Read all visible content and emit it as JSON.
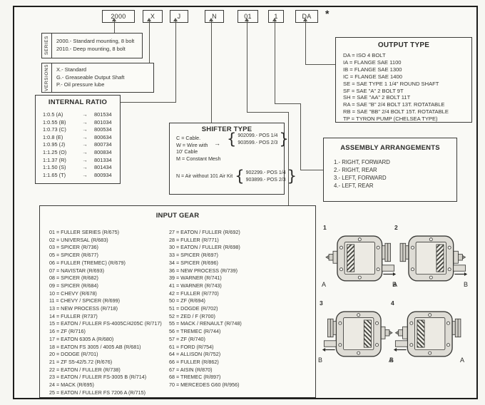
{
  "code": [
    "2000",
    "X",
    "J",
    "N",
    "01",
    "1",
    "DA"
  ],
  "star": "*",
  "series": {
    "title": "SERIES",
    "lines": [
      "2000.- Standard mounting, 8 bolt",
      "2010.- Deep mounting, 8 bolt"
    ]
  },
  "versions": {
    "title": "VERSIONS",
    "lines": [
      "X.- Standard",
      "G.- Greaseable Output Shaft",
      "P.- Oil pressure lube"
    ]
  },
  "internal_ratio": {
    "title": "INTERNAL RATIO",
    "rows": [
      {
        "ratio": "1:0.5 (A)",
        "arrow": "→",
        "code": "801534"
      },
      {
        "ratio": "1:0.55 (B)",
        "arrow": "→",
        "code": "801034"
      },
      {
        "ratio": "1:0.73 (C)",
        "arrow": "→",
        "code": "800534"
      },
      {
        "ratio": "1:0.8  (E)",
        "arrow": "→",
        "code": "800634"
      },
      {
        "ratio": "1:0.95 (J)",
        "arrow": "→",
        "code": "800734"
      },
      {
        "ratio": "1:1.25 (O)",
        "arrow": "→",
        "code": "800834"
      },
      {
        "ratio": "1:1.37 (R)",
        "arrow": "→",
        "code": "801334"
      },
      {
        "ratio": "1:1.50 (S)",
        "arrow": "→",
        "code": "801434"
      },
      {
        "ratio": "1:1.65 (T)",
        "arrow": "→",
        "code": "800934"
      }
    ]
  },
  "shifter_type": {
    "title": "SHIFTER TYPE",
    "left_lines": [
      "C = Cable.",
      "W = Wire with",
      "10' Cable",
      "M = Constant Mesh"
    ],
    "arrow": "→",
    "brace_open": "{",
    "brace_close": "}",
    "brace1_lines": [
      "902099.- POS 1/4",
      "903599.- POS 2/3"
    ],
    "n_label": "N = Air without 101 Air Kit",
    "brace2_lines": [
      "902299.- POS 1/4",
      "903899.- POS 2/3"
    ]
  },
  "output_type": {
    "title": "OUTPUT TYPE",
    "lines": [
      "DA = ISO 4 BOLT",
      "IA = FLANGE SAE 1100",
      "IB = FLANGE SAE 1300",
      "IC = FLANGE SAE 1400",
      "SE = SAE TYPE 1 1/4\" ROUND SHAFT",
      "SF = SAE \"A\" 2 BOLT 9T",
      "SH = SAE \"AA\" 2 BOLT 11T",
      "RA = SAE \"B\" 2/4 BOLT 13T. ROTATABLE",
      "RB = SAE \"BB\" 2/4 BOLT 15T. ROTATABLE",
      "TP = TYRON PUMP (CHELSEA TYPE)"
    ]
  },
  "assembly": {
    "title": "ASSEMBLY ARRANGEMENTS",
    "lines": [
      "1.- RIGHT, FORWARD",
      "2.- RIGHT, REAR",
      "3.- LEFT, FORWARD",
      "4.- LEFT, REAR"
    ]
  },
  "input_gear": {
    "title": "INPUT GEAR",
    "col1": [
      "01 = FULLER SERIES (R/675)",
      "02 = UNIVERSAL (R/683)",
      "03 = SPICER (R/736)",
      "05 = SPICER (R/677)",
      "06 = FULLER (TREMEC) (R/679)",
      "07 = NAVISTAR (R/693)",
      "08 = SPICER (R/682)",
      "09 = SPICER (R/684)",
      "10 = CHEVY (R/678)",
      "11 = CHEVY / SPICER (R/699)",
      "13 = NEW PROCESS (R/718)",
      "14 = FULLER (R737)",
      "15 = EATON / FULLER FS-4005C/4205C (R/717)",
      "16 = ZF (R/716)",
      "17 = EATON 6305 A (R/680)",
      "18 = EATON FS 3005 / 4005 AB (R/681)",
      "20 = DODGE (R/701)",
      "21 = ZF S5-42/5.72 (R/676)",
      "22 = EATON / FULLER (R/738)",
      "23 = EATON / FULLER FS-3005 B (R/714)",
      "24 = MACK (R/695)",
      "25 = EATON / FULLER FS 7206 A (R/715)"
    ],
    "col2": [
      "27 = EATON / FULLER (R/692)",
      "28 = FULLER (R/771)",
      "30 = EATON / FULLER (R/698)",
      "33 = SPICER (R/697)",
      "34 = SPICER (R/696)",
      "36 = NEW PROCESS (R/739)",
      "39 = WARNER (R/741)",
      "41 = WARNER (R/743)",
      "42 = FULLER (R/770)",
      "50 = ZF (R/694)",
      "51 = DOGDE (R/702)",
      "52 = ZED / F (R700)",
      "55 = MACK / RENAULT (R/748)",
      "56 = TREMEC (R/744)",
      "57 = ZF (R/740)",
      "61 = FORD (R/754)",
      "64 = ALLISON (R/752)",
      "66 = FULLER (R/862)",
      "67 = AISIN (R/870)",
      "68 = TREMEC (R/897)",
      "70 = MERCEDES G60 (R/956)"
    ]
  },
  "diagrams": {
    "d1": {
      "num": "1",
      "left": "A",
      "right": "B"
    },
    "d2": {
      "num": "2",
      "left": "A",
      "right": "B"
    },
    "d3": {
      "num": "3",
      "left": "B",
      "right": "A"
    },
    "d4": {
      "num": "4",
      "left": "B",
      "right": "A"
    }
  },
  "colors": {
    "ink": "#33332f",
    "border": "#3b3b38",
    "paper": "#f9f9f5",
    "hatch": "#4a4a44"
  }
}
